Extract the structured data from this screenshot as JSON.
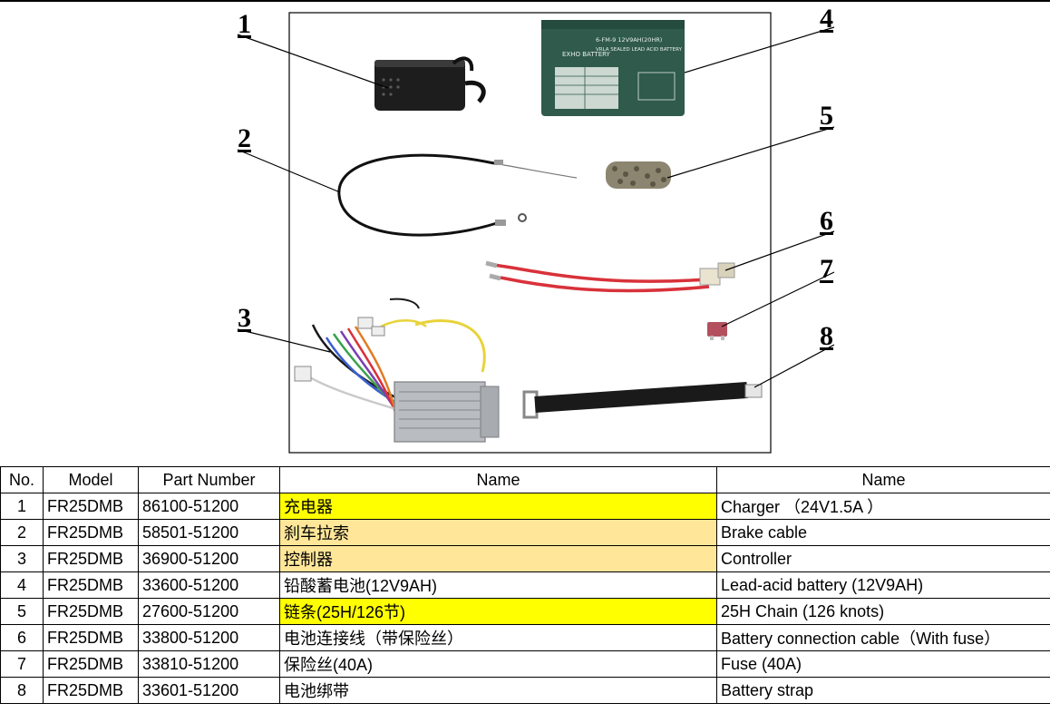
{
  "callouts": [
    "1",
    "2",
    "3",
    "4",
    "5",
    "6",
    "7",
    "8"
  ],
  "diagram": {
    "battery_label_line1": "6-FM-9 12V9AH(20HR)",
    "battery_label_line2": "VRLA SEALED LEAD ACID BATTERY",
    "battery_brand": "EXHO BATTERY"
  },
  "colors": {
    "highlight_yellow": "#ffff00",
    "highlight_orange": "#ffe699",
    "battery_green": "#2f5a4c"
  },
  "table": {
    "headers": [
      "No.",
      "Model",
      "Part Number",
      "Name",
      "Name"
    ],
    "rows": [
      {
        "no": "1",
        "model": "FR25DMB",
        "part": "86100-51200",
        "name_cn": "充电器",
        "name_en": "Charger （24V1.5A ）",
        "hl": "yellow"
      },
      {
        "no": "2",
        "model": "FR25DMB",
        "part": "58501-51200",
        "name_cn": "刹车拉索",
        "name_en": "Brake cable",
        "hl": "orange"
      },
      {
        "no": "3",
        "model": "FR25DMB",
        "part": "36900-51200",
        "name_cn": "控制器",
        "name_en": "Controller",
        "hl": "orange"
      },
      {
        "no": "4",
        "model": "FR25DMB",
        "part": "33600-51200",
        "name_cn": "铅酸蓄电池(12V9AH)",
        "name_en": "Lead-acid battery (12V9AH)",
        "hl": ""
      },
      {
        "no": "5",
        "model": "FR25DMB",
        "part": "27600-51200",
        "name_cn": "链条(25H/126节)",
        "name_en": "25H Chain (126 knots)",
        "hl": "yellow"
      },
      {
        "no": "6",
        "model": "FR25DMB",
        "part": "33800-51200",
        "name_cn": "电池连接线（带保险丝）",
        "name_en": "Battery connection cable（With fuse）",
        "hl": ""
      },
      {
        "no": "7",
        "model": "FR25DMB",
        "part": "33810-51200",
        "name_cn": "保险丝(40A)",
        "name_en": "Fuse (40A)",
        "hl": ""
      },
      {
        "no": "8",
        "model": "FR25DMB",
        "part": "33601-51200",
        "name_cn": "电池绑带",
        "name_en": "Battery strap",
        "hl": ""
      }
    ]
  }
}
